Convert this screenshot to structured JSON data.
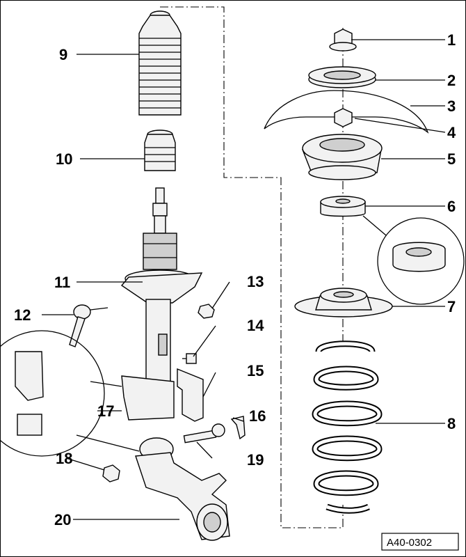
{
  "labels": {
    "l1": "1",
    "l2": "2",
    "l3": "3",
    "l4": "4",
    "l5": "5",
    "l6": "6",
    "l7": "7",
    "l8": "8",
    "l9": "9",
    "l10": "10",
    "l11": "11",
    "l12": "12",
    "l13": "13",
    "l14": "14",
    "l15": "15",
    "l16": "16",
    "l17": "17",
    "l18": "18",
    "l19": "19",
    "l20": "20"
  },
  "reference_code": "A40-0302"
}
